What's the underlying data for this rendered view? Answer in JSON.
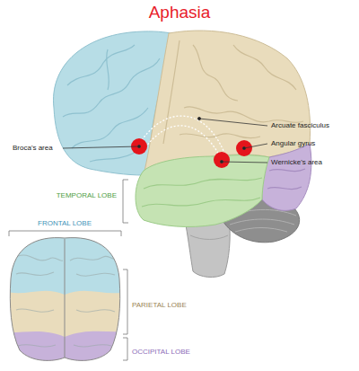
{
  "diagram": {
    "title": "Aphasia",
    "labels": [
      "Broca's area",
      "Arcuate fasciculus",
      "Angular gyrus",
      "Wernicke's area",
      "TEMPORAL LOBE",
      "FRONTAL LOBE",
      "PARIETAL LOBE",
      "OCCIPITAL LOBE"
    ]
  }
}
